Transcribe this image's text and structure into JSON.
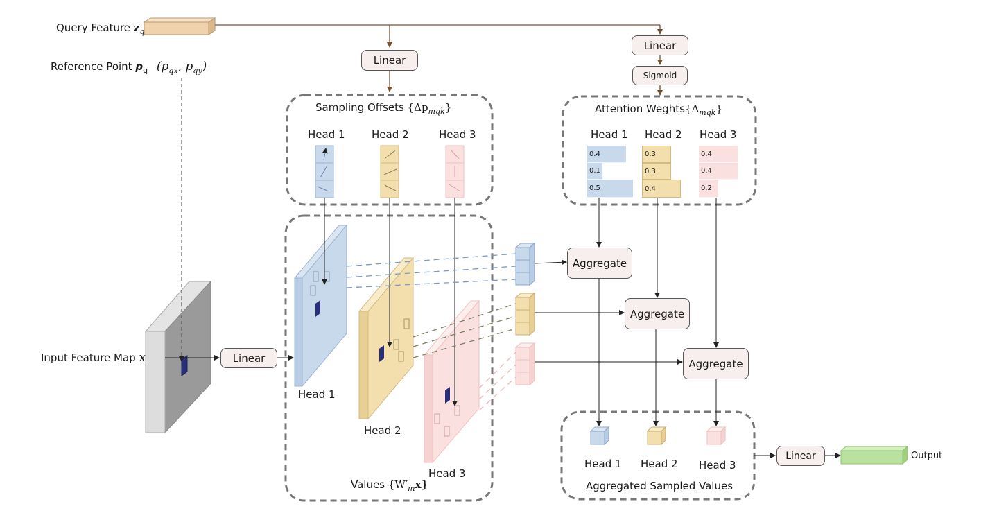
{
  "inputs": {
    "query_feature_label": "Query Feature",
    "query_feature_symbol": "z",
    "query_feature_subscript": "q",
    "reference_point_label": "Reference Point",
    "reference_point_symbol": "p",
    "reference_point_subscript": "q",
    "reference_point_coords": "(p",
    "reference_point_coords_x": "qx",
    "reference_point_coords_sep": ", p",
    "reference_point_coords_y": "qy",
    "reference_point_coords_close": ")",
    "input_map_label": "Input Feature Map",
    "input_map_symbol": "x"
  },
  "blocks": {
    "linear": "Linear",
    "sigmoid": "Sigmoid",
    "aggregate": "Aggregate"
  },
  "groups": {
    "sampling_offsets": "Sampling Offsets",
    "sampling_offsets_math": "{Δp",
    "sampling_offsets_sub": "mqk",
    "sampling_offsets_close": "}",
    "attention_weights": "Attention Weghts",
    "attention_weights_math": "{A",
    "attention_weights_sub": "mqk",
    "attention_weights_close": "}",
    "values": "Values",
    "values_math": "{W′",
    "values_sub": "m",
    "values_math_x": "x}",
    "aggregated": "Aggregated Sampled Values",
    "output": "Output"
  },
  "heads": [
    "Head 1",
    "Head 2",
    "Head 3"
  ],
  "attention_weights": [
    [
      "0.4",
      "0.1",
      "0.5"
    ],
    [
      "0.3",
      "0.3",
      "0.4"
    ],
    [
      "0.4",
      "0.4",
      "0.2"
    ]
  ],
  "colors": {
    "head1": "#c9d9ec",
    "head2": "#f3dfae",
    "head3": "#fbe0e0",
    "query": "#f0d3ad",
    "output": "#b9e2a0",
    "arrow_brown": "#7a5030",
    "box_fill": "#f7efed"
  }
}
